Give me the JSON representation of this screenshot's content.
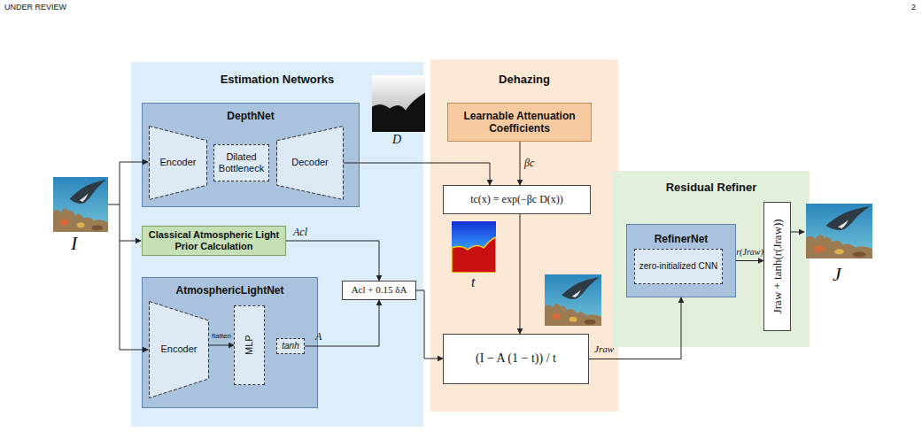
{
  "diagram": {
    "nodes": [
      {
        "text": [
          "Estimation Networks"
        ]
      },
      {
        "text": [
          "DepthNet"
        ],
        "in": 0
      },
      {
        "text": [
          "Encoder"
        ],
        "in": 1
      },
      {
        "text": [
          "Dilated Bottleneck"
        ],
        "in": 1
      },
      {
        "text": [
          "Decoder"
        ],
        "in": 1
      },
      {
        "text": [
          "Classical Atmospheric Light Prior Calculation"
        ],
        "in": 0
      },
      {
        "text": [
          "AtmosphericLightNet"
        ],
        "in": 0
      },
      {
        "text": [
          "Encoder"
        ],
        "in": 6
      },
      {
        "text": [
          "MLP"
        ],
        "in": 6
      },
      {
        "text": [
          "tanh"
        ],
        "in": 6
      },
      {
        "text": [
          "Acl + 0.15 δA"
        ],
        "in": 0
      },
      {
        "text": [
          "Dehazing"
        ]
      },
      {
        "text": [
          "Learnable Attenuation Coefficients"
        ],
        "in": 11
      },
      {
        "text": [
          "tc(x) = exp(−βc D(x))"
        ],
        "in": 11
      },
      {
        "text": [
          "(I − A (1 − t)) / t"
        ],
        "in": 11
      },
      {
        "text": [
          "Residual Refiner"
        ]
      },
      {
        "text": [
          "RefinerNet"
        ],
        "in": 15
      },
      {
        "text": [
          "zero-initialized CNN"
        ],
        "in": 16
      },
      {
        "text": [
          "Jraw + tanh(r(Jraw))"
        ],
        "in": 15
      }
    ],
    "edges": [
      {
        "from": 4,
        "to": 13,
        "arrow": "to"
      },
      {
        "from": 12,
        "to": 13,
        "label": "βc",
        "arrow": "to"
      },
      {
        "from": 5,
        "to": 10,
        "label": "Acl",
        "arrow": "to"
      },
      {
        "from": 9,
        "to": 10,
        "label": "A",
        "arrow": "to"
      },
      {
        "from": 10,
        "to": 14,
        "arrow": "to"
      },
      {
        "from": 13,
        "to": 14,
        "arrow": "to"
      },
      {
        "from": 14,
        "to": 16,
        "label": "Jraw",
        "arrow": "to"
      },
      {
        "from": 16,
        "to": 18,
        "label": "r(Jraw)",
        "arrow": "to"
      },
      {
        "from": 7,
        "to": 8,
        "label": "flatten",
        "arrow": "to"
      }
    ],
    "labels": [
      "UNDER REVIEW",
      "2",
      "I",
      "D",
      "t",
      "J"
    ]
  }
}
